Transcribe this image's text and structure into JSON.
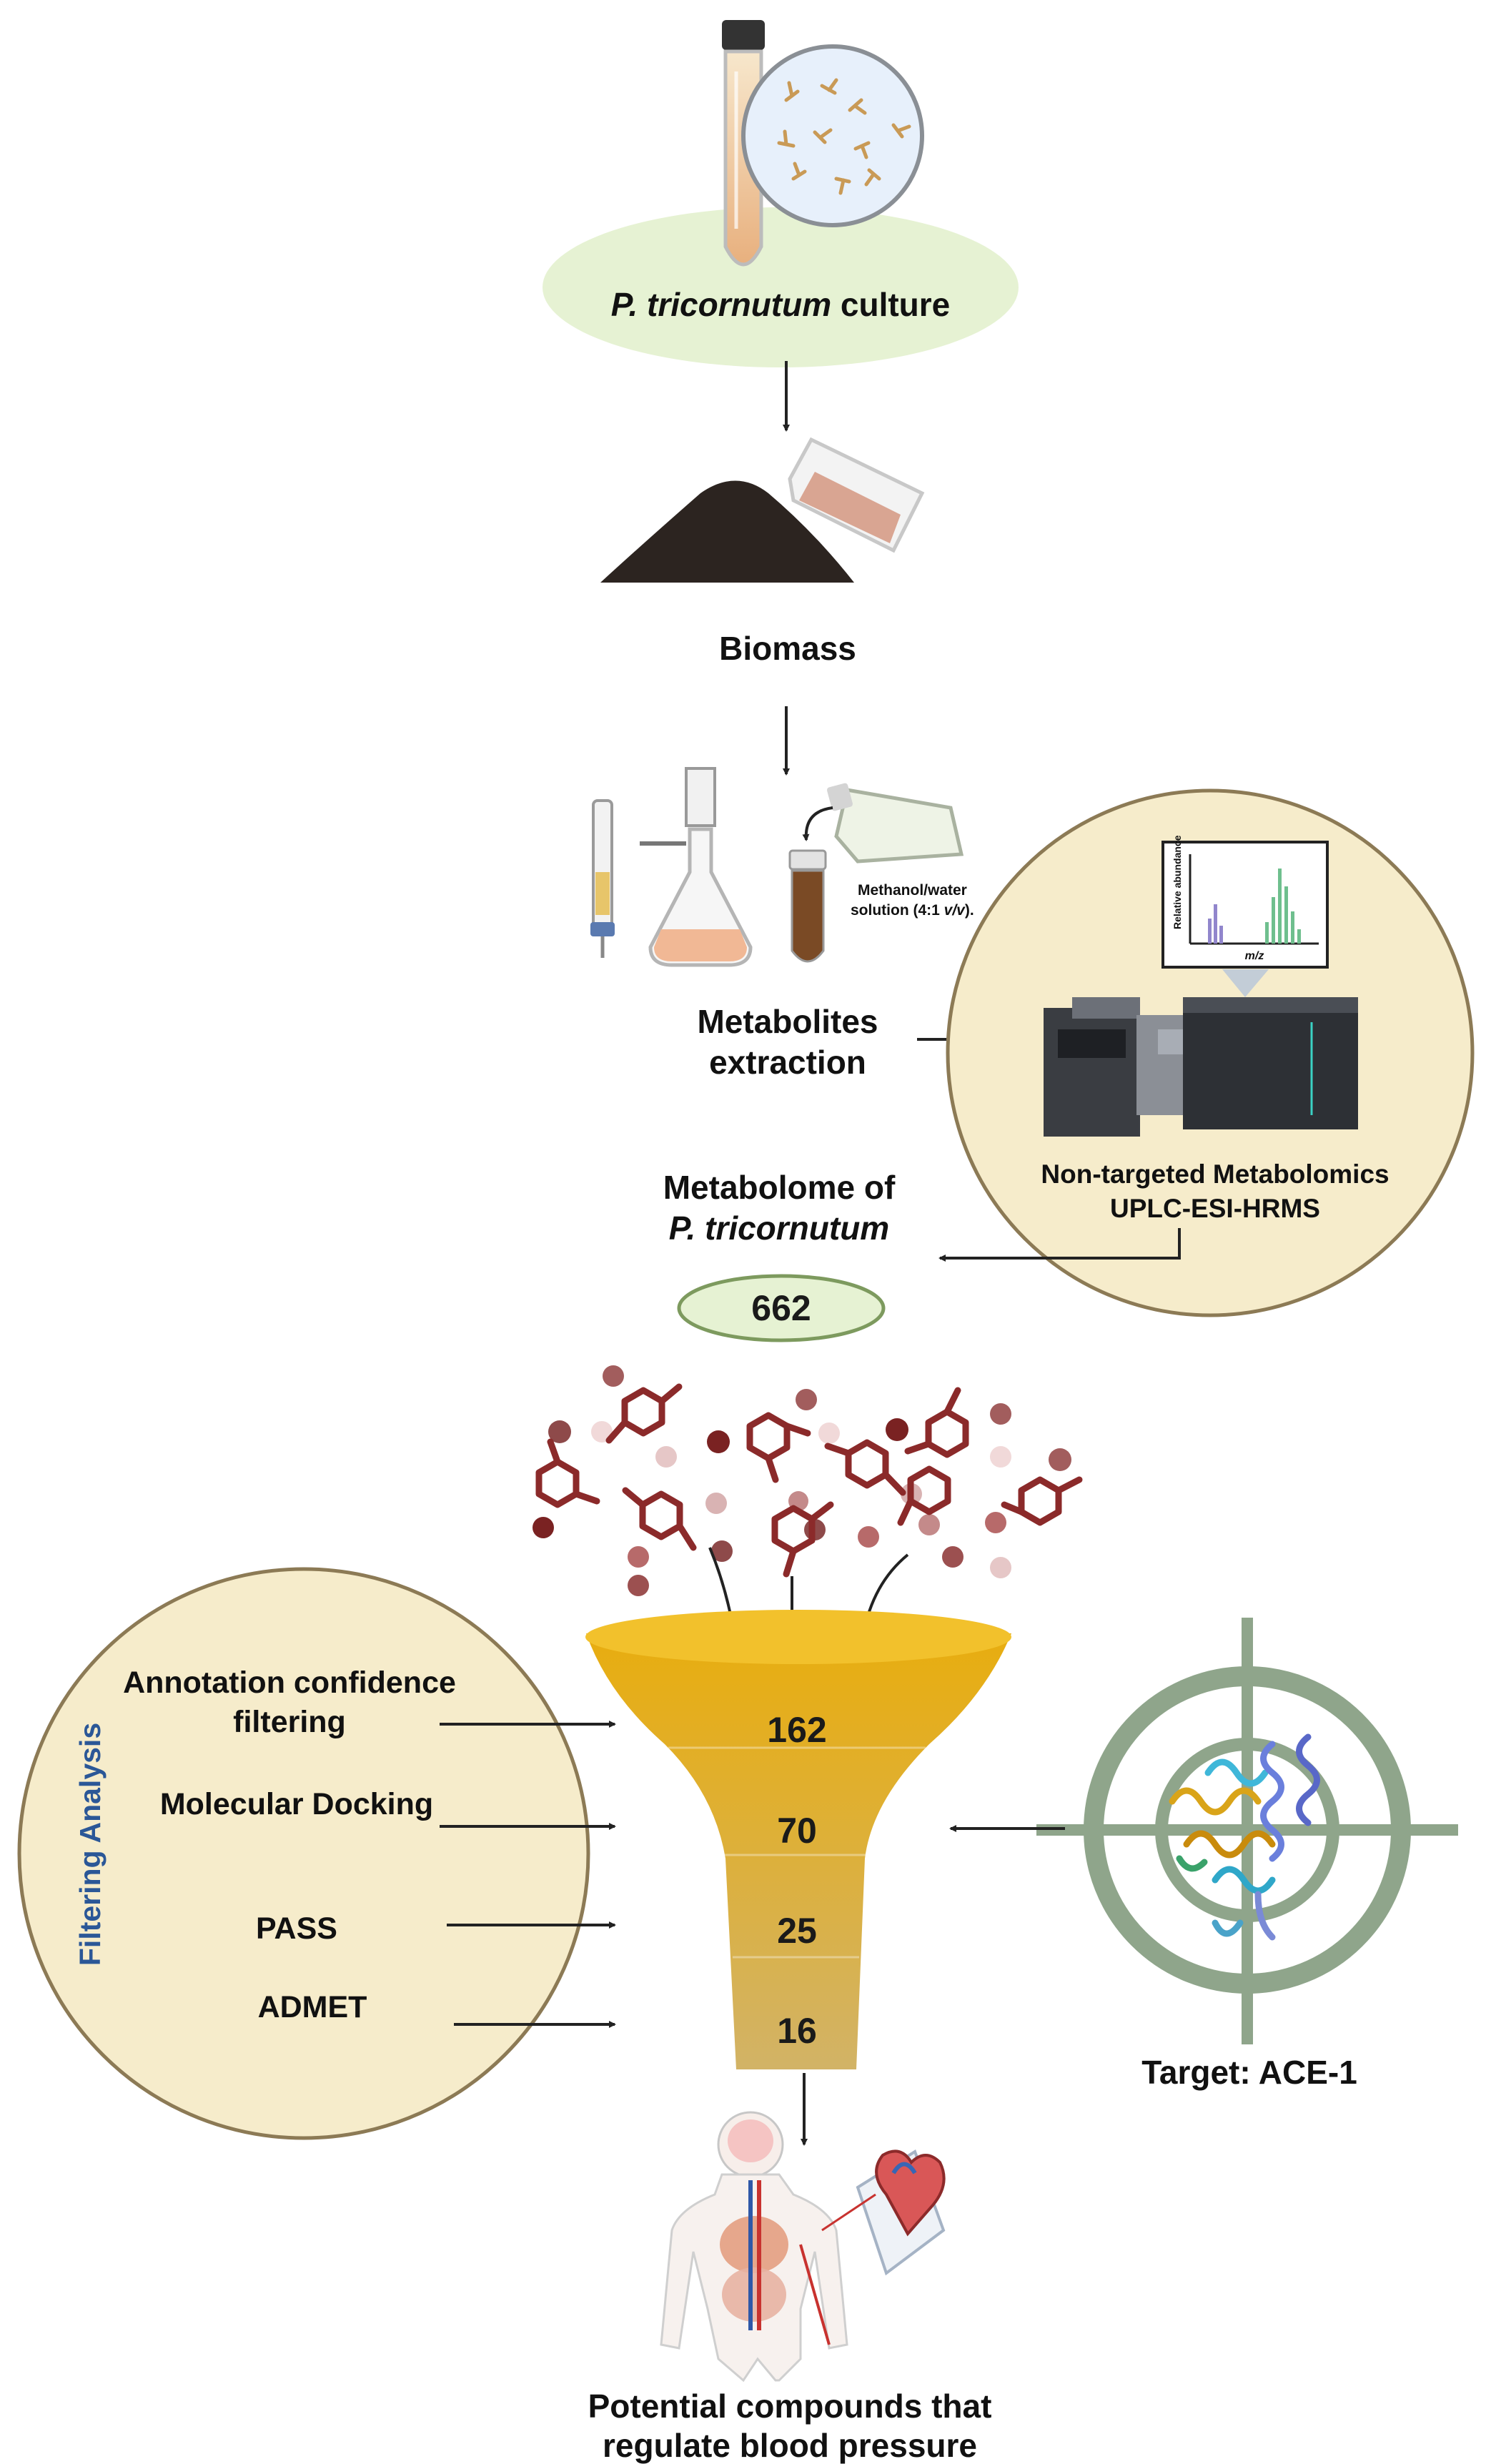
{
  "culture": {
    "species": "P. tricornutum",
    "suffix": " culture"
  },
  "biomass": {
    "label": "Biomass"
  },
  "extraction": {
    "line1": "Metabolites",
    "line2": "extraction",
    "solvent_line1": "Methanol/water",
    "solvent_line2_prefix": "solution (4:1 ",
    "solvent_line2_italic": "v/v",
    "solvent_line2_suffix": ")."
  },
  "metabolomics": {
    "line1": "Non-targeted Metabolomics",
    "line2": "UPLC-ESI-HRMS",
    "spectrum_ylabel": "Relative abundance",
    "spectrum_xlabel": "m/z"
  },
  "metabolome": {
    "line1": "Metabolome of",
    "line2": "P. tricornutum",
    "count": "662"
  },
  "filtering": {
    "title": "Filtering Analysis",
    "step1_line1": "Annotation confidence",
    "step1_line2": "filtering",
    "step2": "Molecular Docking",
    "step3": "PASS",
    "step4": "ADMET"
  },
  "funnel": {
    "level1": "162",
    "level2": "70",
    "level3": "25",
    "level4": "16"
  },
  "target": {
    "label": "Target: ACE-1"
  },
  "outcome": {
    "line1": "Potential compounds that",
    "line2": "regulate blood pressure"
  },
  "colors": {
    "culture_ellipse": "#e6f2d3",
    "filter_circle": "#f6eccb",
    "filter_title": "#2b5797",
    "funnel_top": "#e8ad0f",
    "funnel_bottom": "#d2b366",
    "target_ring": "#8fa58b",
    "molecule": "#8b2a2a"
  }
}
